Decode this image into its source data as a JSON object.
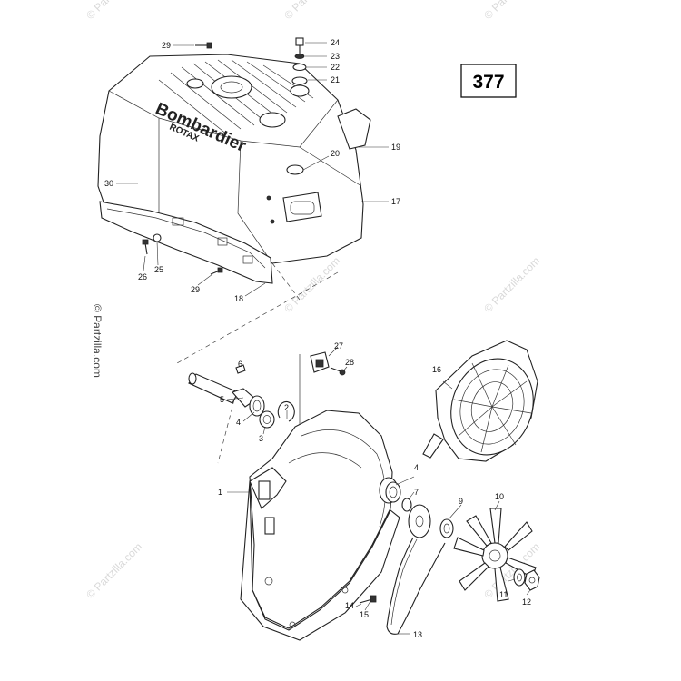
{
  "page_number": "377",
  "copyright": "© Partzilla.com",
  "watermark": "© Partzilla.com",
  "cover_brand": "Bombardier",
  "cover_sub": "ROTAX",
  "callouts": {
    "c1": "1",
    "c2": "2",
    "c3": "3",
    "c4a": "4",
    "c4b": "4",
    "c5": "5",
    "c6": "6",
    "c7": "7",
    "c9": "9",
    "c10": "10",
    "c11": "11",
    "c12": "12",
    "c13": "13",
    "c14": "14",
    "c15": "15",
    "c16": "16",
    "c17": "17",
    "c18": "18",
    "c19": "19",
    "c20": "20",
    "c21": "21",
    "c22": "22",
    "c23": "23",
    "c24": "24",
    "c25": "25",
    "c26": "26",
    "c27": "27",
    "c28": "28",
    "c29a": "29",
    "c29b": "29",
    "c30": "30"
  }
}
